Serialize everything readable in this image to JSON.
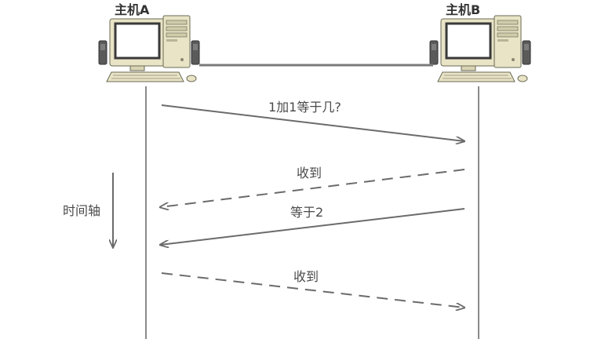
{
  "hosts": {
    "a_label": "主机A",
    "b_label": "主机B"
  },
  "time_axis_label": "时间轴",
  "messages": [
    {
      "label": "1加1等于几?",
      "direction": "A-to-B",
      "style": "solid"
    },
    {
      "label": "收到",
      "direction": "B-to-A",
      "style": "dashed"
    },
    {
      "label": "等于2",
      "direction": "B-to-A",
      "style": "solid"
    },
    {
      "label": "收到",
      "direction": "A-to-B",
      "style": "dashed"
    }
  ],
  "colors": {
    "line": "#6b6b6b",
    "computer_body": "#e9e4c6",
    "screen": "#ffffff",
    "screen_border": "#3a3a3a"
  }
}
